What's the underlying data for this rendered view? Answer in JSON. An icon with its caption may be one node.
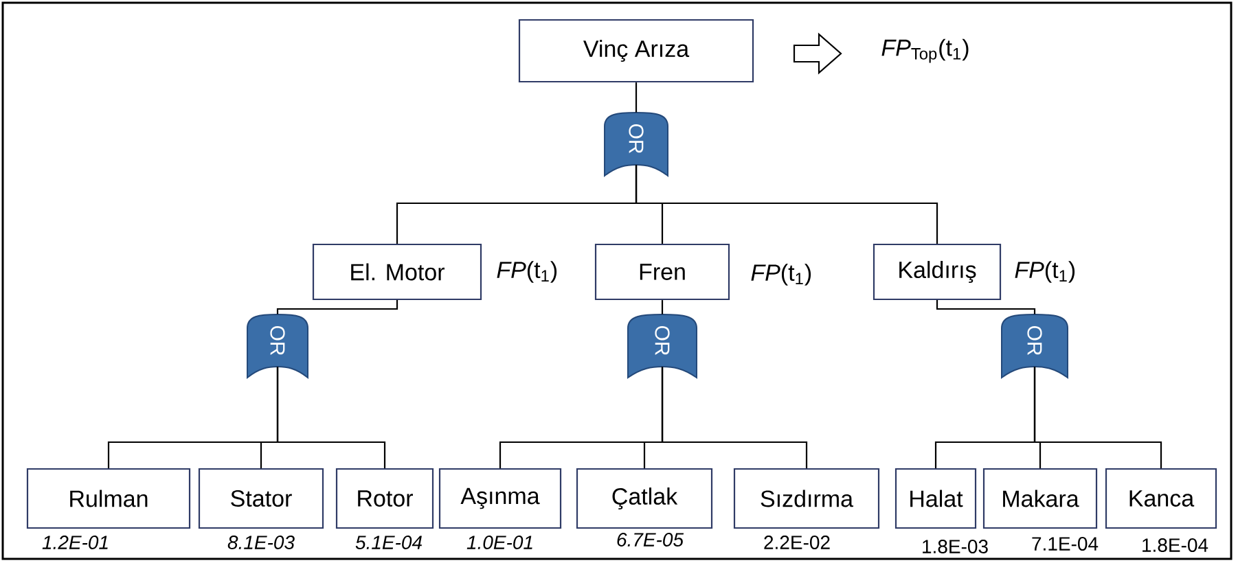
{
  "diagram": {
    "nodes": [
      {
        "text": [
          "Vinç Arıza"
        ]
      },
      {
        "text": [
          "OR"
        ]
      },
      {
        "text": [
          "El. Motor"
        ],
        "beside": [
          "*FP*(t$_{1}$)"
        ]
      },
      {
        "text": [
          "Fren"
        ],
        "beside": [
          "*FP*(t$_{1}$)"
        ]
      },
      {
        "text": [
          "Kaldırış"
        ],
        "beside": [
          "*FP*(t$_{1}$)"
        ]
      },
      {
        "text": [
          "OR"
        ]
      },
      {
        "text": [
          "OR"
        ]
      },
      {
        "text": [
          "OR"
        ]
      },
      {
        "text": [
          "Rulman"
        ],
        "beside": [
          "1.2E-01"
        ]
      },
      {
        "text": [
          "Stator"
        ],
        "beside": [
          "8.1E-03"
        ]
      },
      {
        "text": [
          "Rotor"
        ],
        "beside": [
          "5.1E-04"
        ]
      },
      {
        "text": [
          "Aşınma"
        ],
        "beside": [
          "1.0E-01"
        ]
      },
      {
        "text": [
          "Çatlak"
        ],
        "beside": [
          "6.7E-05"
        ]
      },
      {
        "text": [
          "Sızdırma"
        ],
        "beside": [
          "2.2E-02"
        ]
      },
      {
        "text": [
          "Halat"
        ],
        "beside": [
          "1.8E-03"
        ]
      },
      {
        "text": [
          "Makara"
        ],
        "beside": [
          "7.1E-04"
        ]
      },
      {
        "text": [
          "Kanca"
        ],
        "beside": [
          "1.8E-04"
        ]
      }
    ],
    "edges": [
      {
        "from": 0,
        "to": 1,
        "arrow": "none"
      },
      {
        "from": 1,
        "to": 2,
        "arrow": "none"
      },
      {
        "from": 1,
        "to": 3,
        "arrow": "none"
      },
      {
        "from": 1,
        "to": 4,
        "arrow": "none"
      },
      {
        "from": 2,
        "to": 5,
        "arrow": "none"
      },
      {
        "from": 3,
        "to": 6,
        "arrow": "none"
      },
      {
        "from": 4,
        "to": 7,
        "arrow": "none"
      },
      {
        "from": 5,
        "to": 8,
        "arrow": "none"
      },
      {
        "from": 5,
        "to": 9,
        "arrow": "none"
      },
      {
        "from": 5,
        "to": 10,
        "arrow": "none"
      },
      {
        "from": 6,
        "to": 11,
        "arrow": "none"
      },
      {
        "from": 6,
        "to": 12,
        "arrow": "none"
      },
      {
        "from": 6,
        "to": 13,
        "arrow": "none"
      },
      {
        "from": 7,
        "to": 14,
        "arrow": "none"
      },
      {
        "from": 7,
        "to": 15,
        "arrow": "none"
      },
      {
        "from": 7,
        "to": 16,
        "arrow": "none"
      }
    ],
    "labels": [
      "*FP*$_{Top}$(t$_{1}$)"
    ]
  }
}
